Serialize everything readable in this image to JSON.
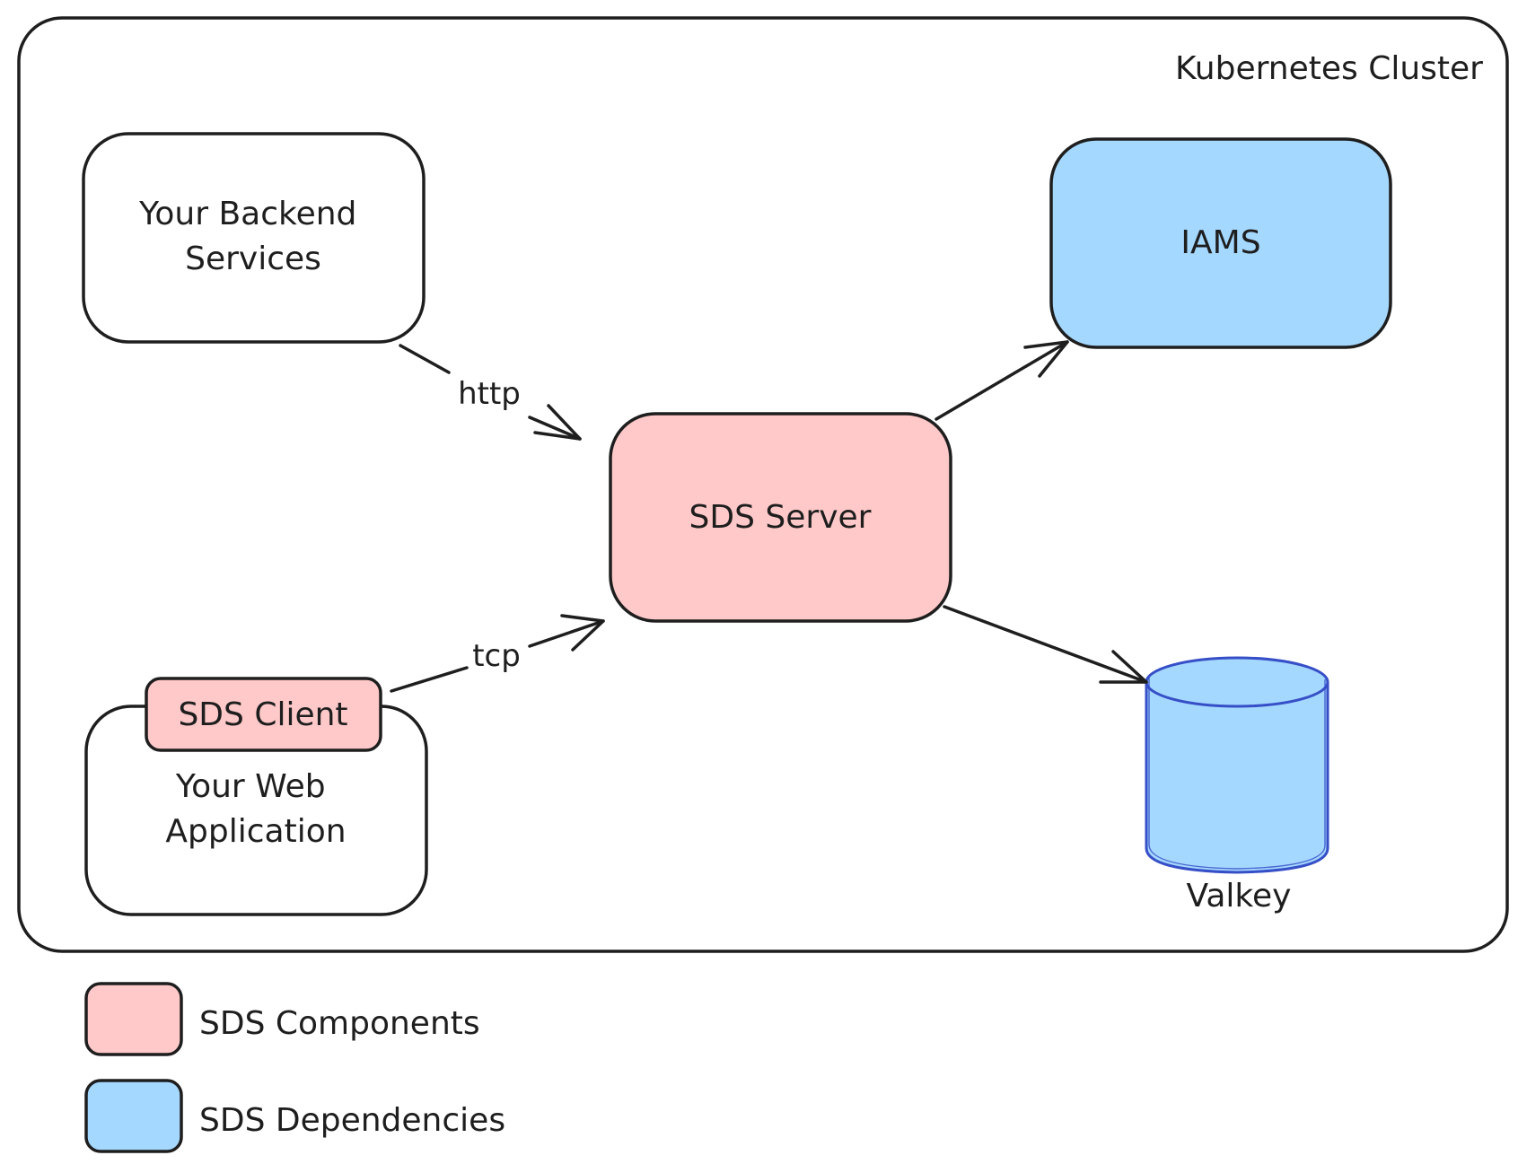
{
  "diagram": {
    "cluster": {
      "label": "Kubernetes Cluster"
    },
    "nodes": {
      "backend": {
        "label_lines": [
          "Your Backend",
          "Services"
        ],
        "color": "#ffffff"
      },
      "iams": {
        "label": "IAMS",
        "color": "#a5d8ff"
      },
      "server": {
        "label": "SDS Server",
        "color": "#ffc9c9"
      },
      "webapp": {
        "label_lines": [
          "Your Web",
          "Application"
        ],
        "color": "#ffffff"
      },
      "client": {
        "label": "SDS Client",
        "color": "#ffc9c9"
      },
      "valkey": {
        "label": "Valkey",
        "color": "#a5d8ff",
        "stroke": "#364fc7"
      }
    },
    "edges": [
      {
        "from": "backend",
        "to": "server",
        "label": "http"
      },
      {
        "from": "client",
        "to": "server",
        "label": "tcp"
      },
      {
        "from": "server",
        "to": "iams",
        "label": ""
      },
      {
        "from": "server",
        "to": "valkey",
        "label": ""
      }
    ]
  },
  "legend": {
    "items": [
      {
        "label": "SDS Components",
        "color": "#ffc9c9"
      },
      {
        "label": "SDS Dependencies",
        "color": "#a5d8ff"
      }
    ]
  }
}
